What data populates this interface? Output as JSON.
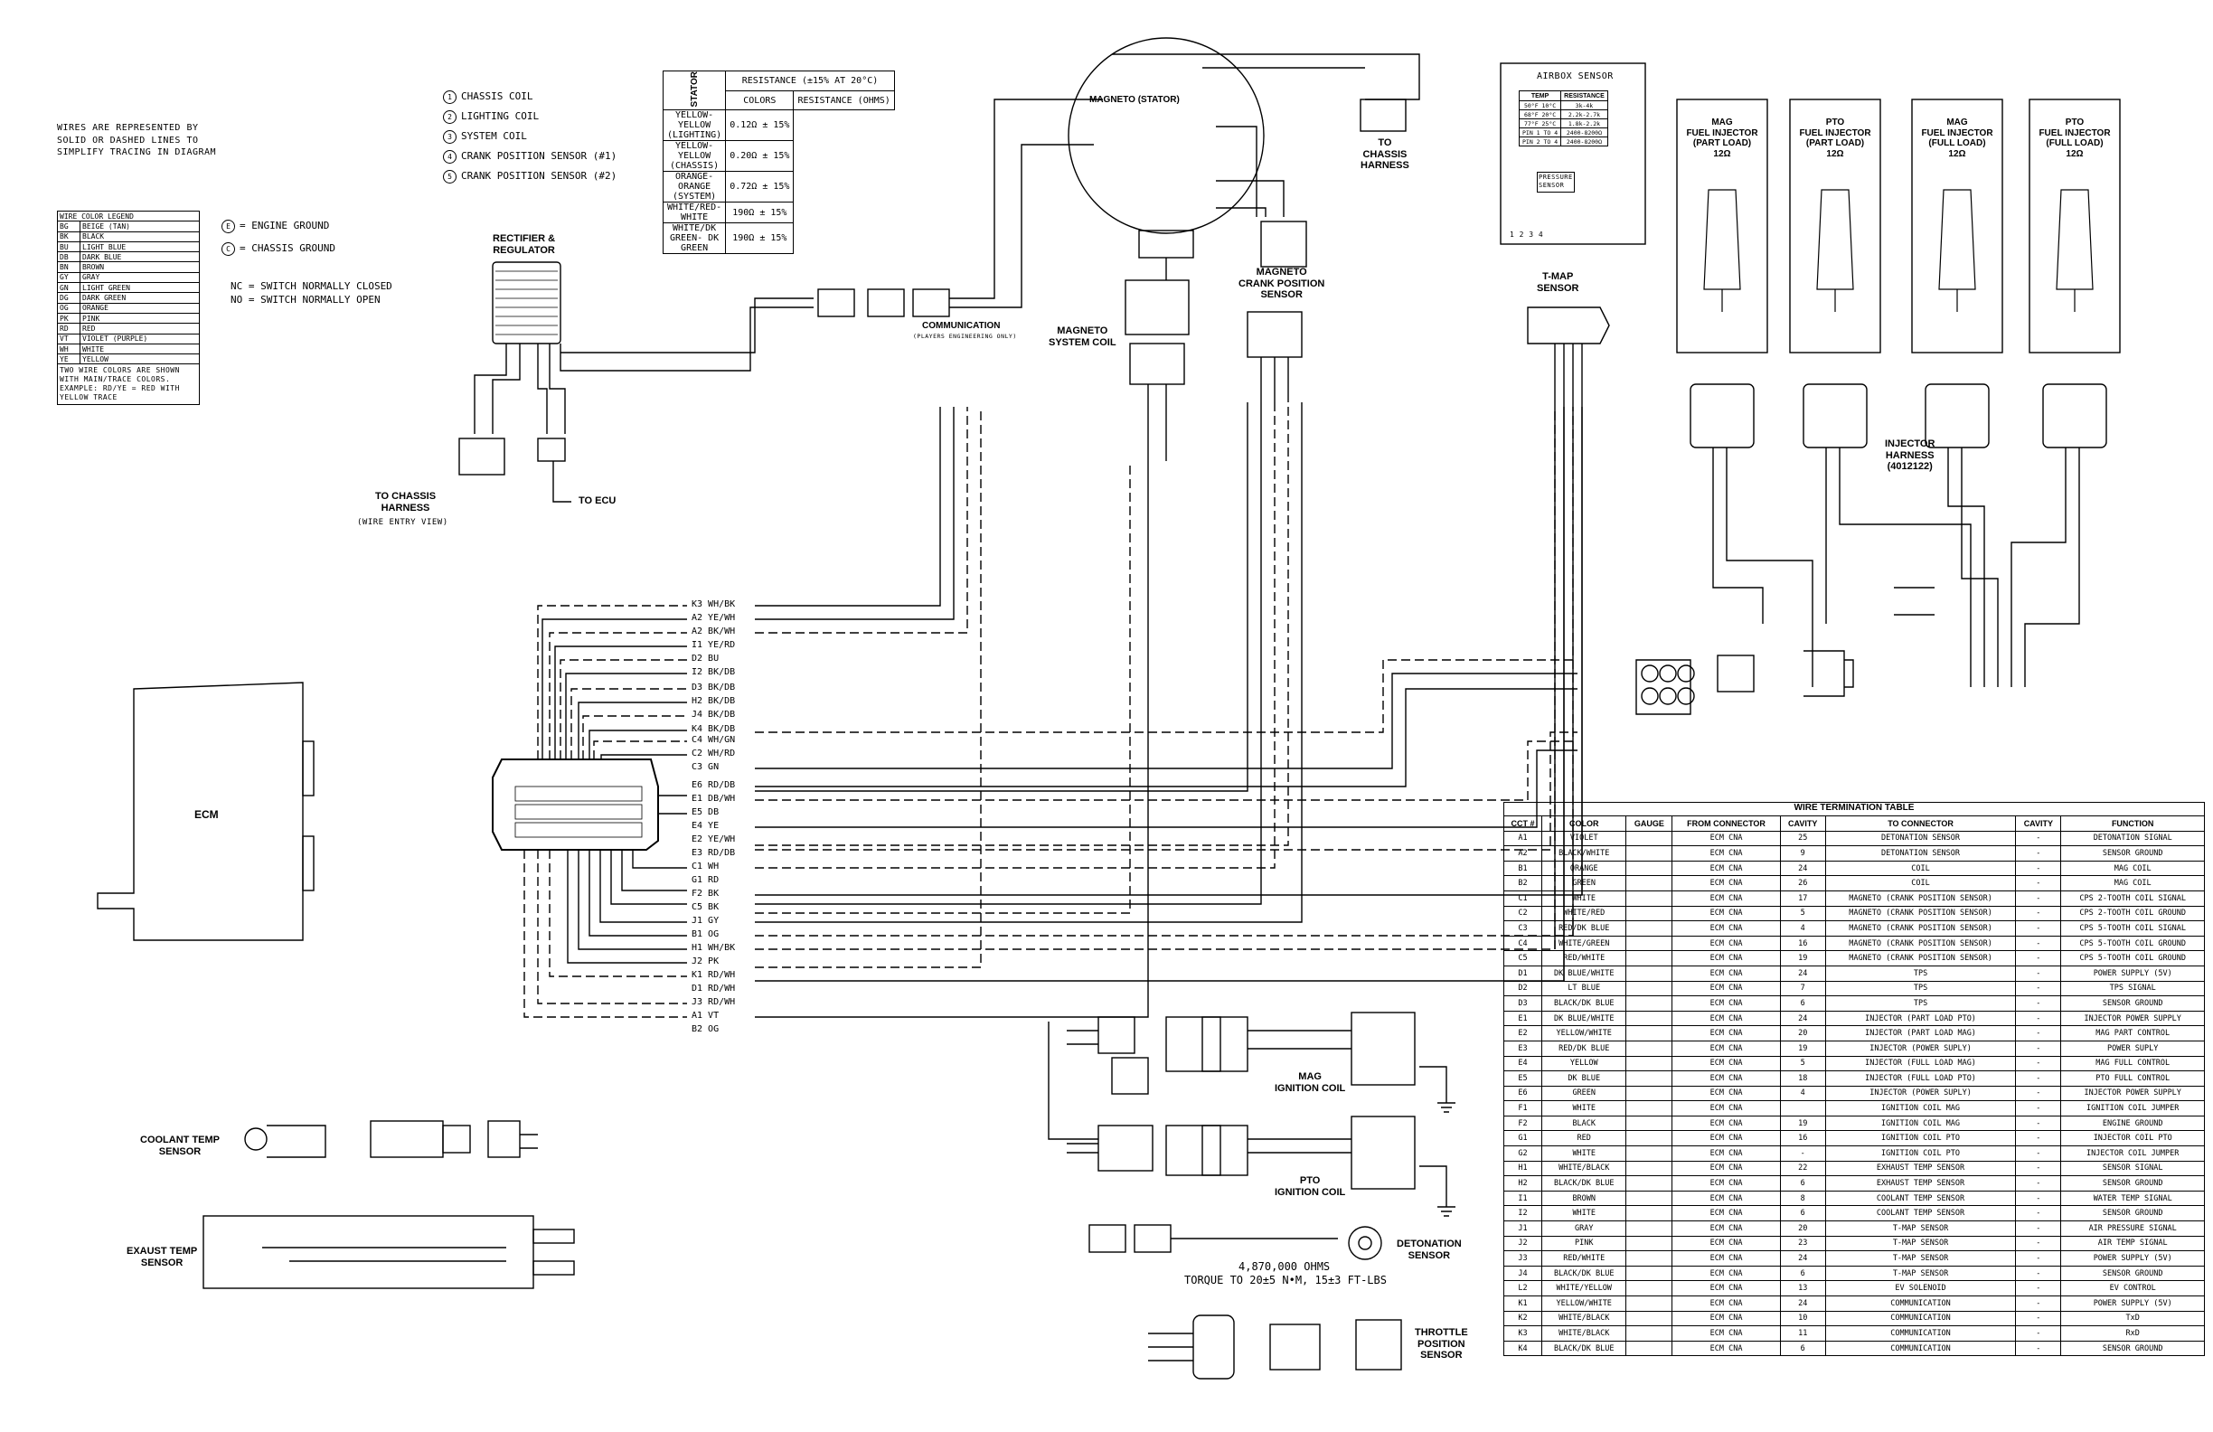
{
  "notes": {
    "wire_representation": "WIRES ARE REPRESENTED BY\nSOLID OR DASHED LINES TO\nSIMPLIFY TRACING IN DIAGRAM",
    "two_colors": "TWO WIRE COLORS ARE SHOWN\nWITH MAIN/TRACE COLORS.\nEXAMPLE: RD/YE = RED WITH\nYELLOW TRACE",
    "nc": "NC = SWITCH NORMALLY CLOSED",
    "no": "NO = SWITCH NORMALLY OPEN",
    "engine_ground": "=  ENGINE GROUND",
    "chassis_ground": "=  CHASSIS GROUND"
  },
  "coil_legend": [
    {
      "num": "1",
      "text": "CHASSIS COIL"
    },
    {
      "num": "2",
      "text": "LIGHTING COIL"
    },
    {
      "num": "3",
      "text": "SYSTEM COIL"
    },
    {
      "num": "4",
      "text": "CRANK POSITION SENSOR (#1)"
    },
    {
      "num": "5",
      "text": "CRANK POSITION SENSOR (#2)"
    }
  ],
  "wire_color_legend": {
    "title": "WIRE COLOR LEGEND",
    "rows": [
      [
        "BG",
        "BEIGE (TAN)"
      ],
      [
        "BK",
        "BLACK"
      ],
      [
        "BU",
        "LIGHT BLUE"
      ],
      [
        "DB",
        "DARK BLUE"
      ],
      [
        "BN",
        "BROWN"
      ],
      [
        "GY",
        "GRAY"
      ],
      [
        "GN",
        "LIGHT GREEN"
      ],
      [
        "DG",
        "DARK GREEN"
      ],
      [
        "OG",
        "ORANGE"
      ],
      [
        "PK",
        "PINK"
      ],
      [
        "RD",
        "RED"
      ],
      [
        "VT",
        "VIOLET (PURPLE)"
      ],
      [
        "WH",
        "WHITE"
      ],
      [
        "YE",
        "YELLOW"
      ]
    ]
  },
  "resistance_table": {
    "title": "RESISTANCE (±15% AT 20°C)",
    "side": "STATOR",
    "headers": [
      "COLORS",
      "RESISTANCE (OHMS)"
    ],
    "rows": [
      [
        "YELLOW-YELLOW (LIGHTING)",
        "0.12Ω ± 15%"
      ],
      [
        "YELLOW-YELLOW (CHASSIS)",
        "0.20Ω ± 15%"
      ],
      [
        "ORANGE-ORANGE (SYSTEM)",
        "0.72Ω ± 15%"
      ],
      [
        "WHITE/RED-WHITE",
        "190Ω ± 15%"
      ],
      [
        "WHITE/DK GREEN- DK GREEN",
        "190Ω ± 15%"
      ]
    ]
  },
  "airbox": {
    "title": "AIRBOX SENSOR",
    "headers": [
      "TEMP",
      "RESISTANCE"
    ],
    "rows": [
      [
        "50°F 10°C",
        "3k-4k"
      ],
      [
        "68°F 20°C",
        "2.2k-2.7k"
      ],
      [
        "77°F 25°C",
        "1.8k-2.2k"
      ],
      [
        "PIN 1 TO 4",
        "2400-8200Ω"
      ],
      [
        "PIN 2 TO 4",
        "2400-8200Ω"
      ]
    ],
    "pressure": "PRESSURE\nSENSOR",
    "pins": "1 2 3 4"
  },
  "components": {
    "ecm": "ECM",
    "rectifier": "RECTIFIER &\nREGULATOR",
    "to_chassis_harness_left": "TO CHASSIS\nHARNESS",
    "wire_entry_view": "(WIRE ENTRY VIEW)",
    "to_ecu": "TO ECU",
    "communication": "COMMUNICATION",
    "communication_sub": "(PLAYERS ENGINEERING ONLY)",
    "magneto_stator": "MAGNETO (STATOR)",
    "magneto_system_coil": "MAGNETO\nSYSTEM COIL",
    "magneto_crank": "MAGNETO\nCRANK POSITION\nSENSOR",
    "to_chassis_harness_right": "TO\nCHASSIS\nHARNESS",
    "tmap": "T-MAP\nSENSOR",
    "injector_harness": "INJECTOR\nHARNESS\n(4012122)",
    "injectors": [
      "MAG\nFUEL INJECTOR\n(PART LOAD)\n12Ω",
      "PTO\nFUEL INJECTOR\n(PART LOAD)\n12Ω",
      "MAG\nFUEL INJECTOR\n(FULL LOAD)\n12Ω",
      "PTO\nFUEL INJECTOR\n(FULL LOAD)\n12Ω"
    ],
    "mag_coil": "MAG\nIGNITION COIL",
    "pto_coil": "PTO\nIGNITION COIL",
    "coolant": "COOLANT TEMP\nSENSOR",
    "exhaust": "EXAUST TEMP\nSENSOR",
    "detonation": "DETONATION\nSENSOR",
    "detonation_spec1": "4,870,000 OHMS",
    "detonation_spec2": "TORQUE TO 20±5 N•M, 15±3 FT-LBS",
    "throttle": "THROTTLE\nPOSITION\nSENSOR"
  },
  "ecm_wire_labels": [
    "K3 WH/BK",
    "A2 YE/WH",
    "A2 BK/WH",
    "I1 YE/RD",
    "D2 BU",
    "I2 BK/DB",
    "D3 BK/DB",
    "H2 BK/DB",
    "J4 BK/DB",
    "K4 BK/DB",
    "C4 WH/GN",
    "C2 WH/RD",
    "C3 GN",
    "E6 RD/DB",
    "E1 DB/WH",
    "E5 DB",
    "E4 YE",
    "E2 YE/WH",
    "E3 RD/DB",
    "C1 WH",
    "G1 RD",
    "F2 BK",
    "C5 BK",
    "J1 GY",
    "B1 OG",
    "H1 WH/BK",
    "J2 PK",
    "K1 RD/WH",
    "D1 RD/WH",
    "J3 RD/WH",
    "A1 VT",
    "B2 OG"
  ],
  "wire_termination_table": {
    "title": "WIRE TERMINATION TABLE",
    "headers": [
      "CCT #",
      "COLOR",
      "GAUGE",
      "FROM CONNECTOR",
      "CAVITY",
      "TO CONNECTOR",
      "CAVITY",
      "FUNCTION"
    ],
    "rows": [
      [
        "A1",
        "VIOLET",
        "",
        "ECM CNA",
        "25",
        "DETONATION SENSOR",
        "-",
        "DETONATION SIGNAL"
      ],
      [
        "A2",
        "BLACK/WHITE",
        "",
        "ECM CNA",
        "9",
        "DETONATION SENSOR",
        "-",
        "SENSOR GROUND"
      ],
      [
        "B1",
        "ORANGE",
        "",
        "ECM CNA",
        "24",
        "COIL",
        "-",
        "MAG COIL"
      ],
      [
        "B2",
        "GREEN",
        "",
        "ECM CNA",
        "26",
        "COIL",
        "-",
        "MAG COIL"
      ],
      [
        "C1",
        "WHITE",
        "",
        "ECM CNA",
        "17",
        "MAGNETO (CRANK POSITION SENSOR)",
        "-",
        "CPS 2-TOOTH COIL SIGNAL"
      ],
      [
        "C2",
        "WHITE/RED",
        "",
        "ECM CNA",
        "5",
        "MAGNETO (CRANK POSITION SENSOR)",
        "-",
        "CPS 2-TOOTH COIL GROUND"
      ],
      [
        "C3",
        "RED/DK BLUE",
        "",
        "ECM CNA",
        "4",
        "MAGNETO (CRANK POSITION SENSOR)",
        "-",
        "CPS 5-TOOTH COIL SIGNAL"
      ],
      [
        "C4",
        "WHITE/GREEN",
        "",
        "ECM CNA",
        "16",
        "MAGNETO (CRANK POSITION SENSOR)",
        "-",
        "CPS 5-TOOTH COIL GROUND"
      ],
      [
        "C5",
        "RED/WHITE",
        "",
        "ECM CNA",
        "19",
        "MAGNETO (CRANK POSITION SENSOR)",
        "-",
        "CPS 5-TOOTH COIL GROUND"
      ],
      [
        "D1",
        "DK BLUE/WHITE",
        "",
        "ECM CNA",
        "24",
        "TPS",
        "-",
        "POWER SUPPLY (5V)"
      ],
      [
        "D2",
        "LT BLUE",
        "",
        "ECM CNA",
        "7",
        "TPS",
        "-",
        "TPS SIGNAL"
      ],
      [
        "D3",
        "BLACK/DK BLUE",
        "",
        "ECM CNA",
        "6",
        "TPS",
        "-",
        "SENSOR GROUND"
      ],
      [
        "E1",
        "DK BLUE/WHITE",
        "",
        "ECM CNA",
        "24",
        "INJECTOR (PART LOAD PTO)",
        "-",
        "INJECTOR POWER SUPPLY"
      ],
      [
        "E2",
        "YELLOW/WHITE",
        "",
        "ECM CNA",
        "20",
        "INJECTOR (PART LOAD MAG)",
        "-",
        "MAG PART CONTROL"
      ],
      [
        "E3",
        "RED/DK BLUE",
        "",
        "ECM CNA",
        "19",
        "INJECTOR (POWER SUPLY)",
        "-",
        "POWER SUPLY"
      ],
      [
        "E4",
        "YELLOW",
        "",
        "ECM CNA",
        "5",
        "INJECTOR (FULL LOAD MAG)",
        "-",
        "MAG FULL CONTROL"
      ],
      [
        "E5",
        "DK BLUE",
        "",
        "ECM CNA",
        "18",
        "INJECTOR (FULL LOAD PTO)",
        "-",
        "PTO FULL CONTROL"
      ],
      [
        "E6",
        "GREEN",
        "",
        "ECM CNA",
        "4",
        "INJECTOR (POWER SUPLY)",
        "-",
        "INJECTOR POWER SUPPLY"
      ],
      [
        "F1",
        "WHITE",
        "",
        "ECM CNA",
        "",
        "IGNITION COIL MAG",
        "-",
        "IGNITION COIL JUMPER"
      ],
      [
        "F2",
        "BLACK",
        "",
        "ECM CNA",
        "19",
        "IGNITION COIL MAG",
        "-",
        "ENGINE GROUND"
      ],
      [
        "G1",
        "RED",
        "",
        "ECM CNA",
        "16",
        "IGNITION COIL PTO",
        "-",
        "INJECTOR COIL PTO"
      ],
      [
        "G2",
        "WHITE",
        "",
        "ECM CNA",
        "-",
        "IGNITION COIL PTO",
        "-",
        "INJECTOR COIL JUMPER"
      ],
      [
        "H1",
        "WHITE/BLACK",
        "",
        "ECM CNA",
        "22",
        "EXHAUST TEMP SENSOR",
        "-",
        "SENSOR SIGNAL"
      ],
      [
        "H2",
        "BLACK/DK BLUE",
        "",
        "ECM CNA",
        "6",
        "EXHAUST TEMP SENSOR",
        "-",
        "SENSOR GROUND"
      ],
      [
        "I1",
        "BROWN",
        "",
        "ECM CNA",
        "8",
        "COOLANT TEMP SENSOR",
        "-",
        "WATER TEMP SIGNAL"
      ],
      [
        "I2",
        "WHITE",
        "",
        "ECM CNA",
        "6",
        "COOLANT TEMP SENSOR",
        "-",
        "SENSOR GROUND"
      ],
      [
        "J1",
        "GRAY",
        "",
        "ECM CNA",
        "20",
        "T-MAP SENSOR",
        "-",
        "AIR PRESSURE SIGNAL"
      ],
      [
        "J2",
        "PINK",
        "",
        "ECM CNA",
        "23",
        "T-MAP SENSOR",
        "-",
        "AIR TEMP SIGNAL"
      ],
      [
        "J3",
        "RED/WHITE",
        "",
        "ECM CNA",
        "24",
        "T-MAP SENSOR",
        "-",
        "POWER SUPPLY (5V)"
      ],
      [
        "J4",
        "BLACK/DK BLUE",
        "",
        "ECM CNA",
        "6",
        "T-MAP SENSOR",
        "-",
        "SENSOR GROUND"
      ],
      [
        "L2",
        "WHITE/YELLOW",
        "",
        "ECM CNA",
        "13",
        "EV SOLENOID",
        "-",
        "EV CONTROL"
      ],
      [
        "K1",
        "YELLOW/WHITE",
        "",
        "ECM CNA",
        "24",
        "COMMUNICATION",
        "-",
        "POWER SUPPLY (5V)"
      ],
      [
        "K2",
        "WHITE/BLACK",
        "",
        "ECM CNA",
        "10",
        "COMMUNICATION",
        "-",
        "TxD"
      ],
      [
        "K3",
        "WHITE/BLACK",
        "",
        "ECM CNA",
        "11",
        "COMMUNICATION",
        "-",
        "RxD"
      ],
      [
        "K4",
        "BLACK/DK BLUE",
        "",
        "ECM CNA",
        "6",
        "COMMUNICATION",
        "-",
        "SENSOR GROUND"
      ]
    ]
  }
}
